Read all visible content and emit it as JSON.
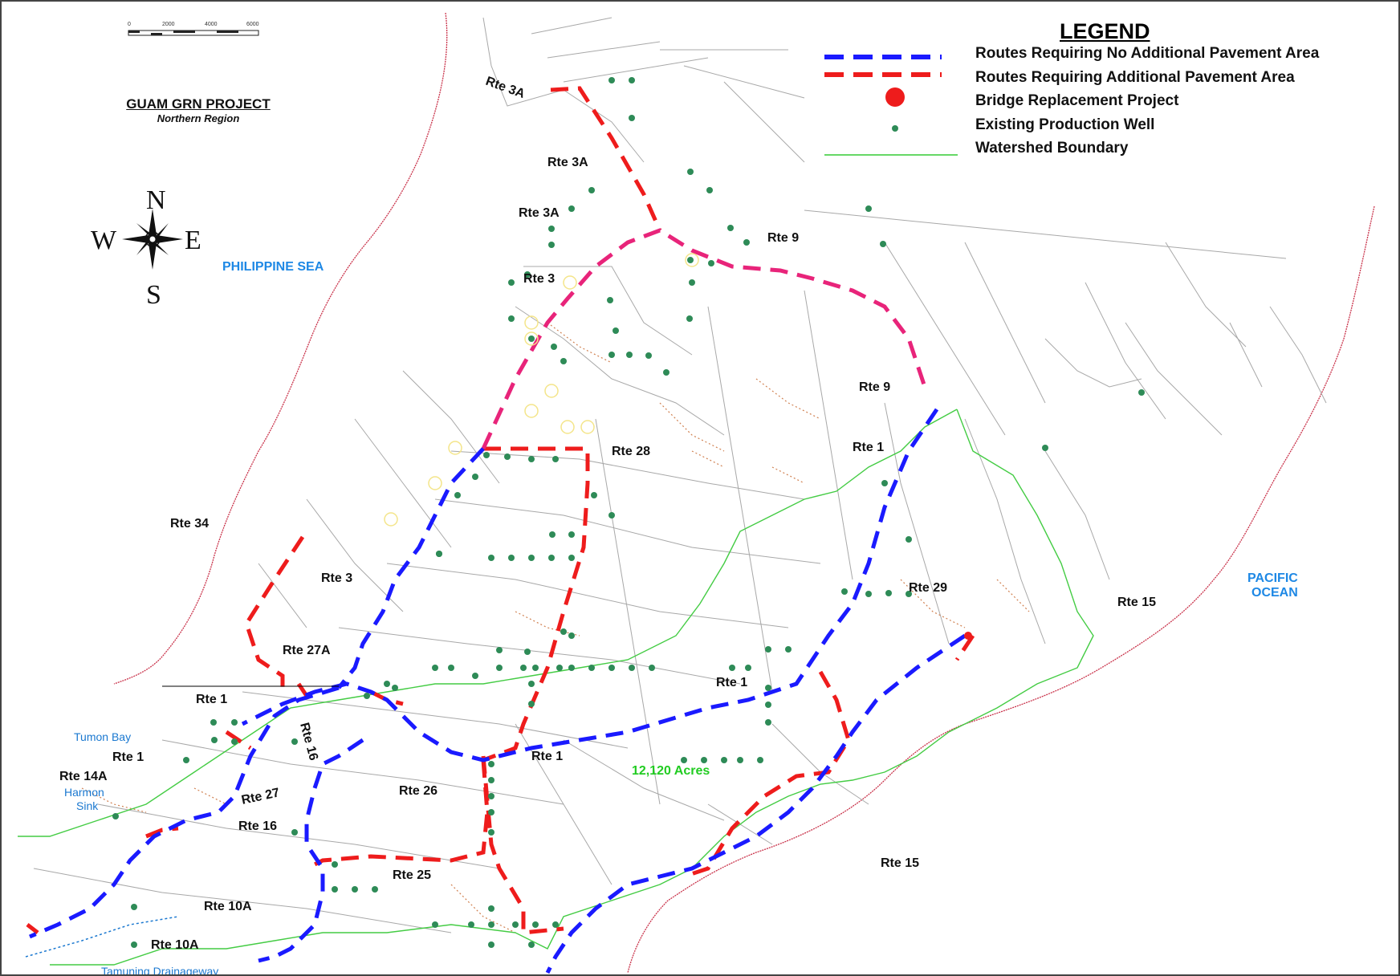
{
  "legend": {
    "title": "LEGEND",
    "items": [
      {
        "label": "Routes Requiring No Additional Pavement Area",
        "symbol": "blue-dashed-line",
        "color": "#1a1aff"
      },
      {
        "label": "Routes Requiring Additional Pavement Area",
        "symbol": "red-dashed-line",
        "color": "#ee1c1c"
      },
      {
        "label": "Bridge Replacement Project",
        "symbol": "red-dot",
        "color": "#ee1c1c"
      },
      {
        "label": "Existing Production Well",
        "symbol": "green-dot",
        "color": "#2e8b57"
      },
      {
        "label": "Watershed Boundary",
        "symbol": "green-line",
        "color": "#33cc33"
      }
    ]
  },
  "scale": {
    "ticks": [
      "0",
      "2000",
      "4000",
      "6000"
    ]
  },
  "project": {
    "title": "GUAM GRN PROJECT",
    "subtitle": "Northern Region"
  },
  "compass": {
    "n": "N",
    "s": "S",
    "e": "E",
    "w": "W"
  },
  "water_bodies": {
    "philippine_sea": "PHILIPPINE SEA",
    "pacific_ocean_1": "PACIFIC",
    "pacific_ocean_2": "OCEAN",
    "tumon_bay": "Tumon Bay",
    "harmon_sink_1": "Harmon",
    "harmon_sink_2": "Sink",
    "tamuning_drainageway": "Tamuning Drainageway"
  },
  "area_label": "12,120 Acres",
  "routes": {
    "rte3a_1": "Rte 3A",
    "rte3a_2": "Rte 3A",
    "rte3a_3": "Rte 3A",
    "rte3_1": "Rte 3",
    "rte3_2": "Rte 3",
    "rte9_1": "Rte 9",
    "rte9_2": "Rte 9",
    "rte28": "Rte 28",
    "rte1_1": "Rte 1",
    "rte1_2": "Rte 1",
    "rte1_3": "Rte 1",
    "rte1_4": "Rte 1",
    "rte1_5": "Rte 1",
    "rte34": "Rte 34",
    "rte29": "Rte 29",
    "rte15_1": "Rte 15",
    "rte15_2": "Rte 15",
    "rte27a": "Rte 27A",
    "rte27": "Rte 27",
    "rte16_1": "Rte 16",
    "rte16_2": "Rte 16",
    "rte14a": "Rte 14A",
    "rte26": "Rte 26",
    "rte25": "Rte 25",
    "rte10a_1": "Rte 10A",
    "rte10a_2": "Rte 10A"
  }
}
